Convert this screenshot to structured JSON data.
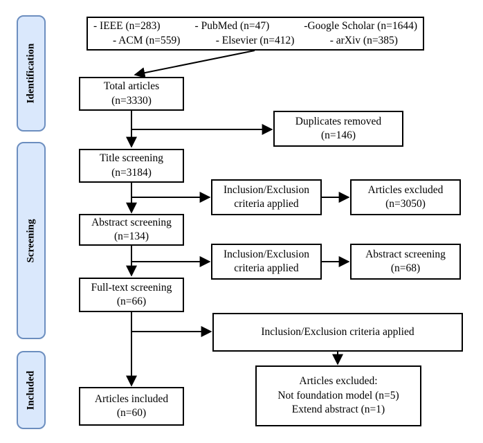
{
  "phases": {
    "identification": "Identification",
    "screening": "Screening",
    "included": "Included"
  },
  "sources": {
    "row1": [
      "- IEEE (n=283)",
      "- PubMed (n=47)",
      "-Google Scholar (n=1644)"
    ],
    "row2": [
      "- ACM (n=559)",
      "- Elsevier (n=412)",
      "- arXiv (n=385)"
    ]
  },
  "boxes": {
    "total": {
      "title": "Total articles",
      "count": "(n=3330)"
    },
    "duplicates": {
      "title": "Duplicates removed",
      "count": "(n=146)"
    },
    "title_screening": {
      "title": "Title screening",
      "count": "(n=3184)"
    },
    "criteria1": {
      "line1": "Inclusion/Exclusion",
      "line2": "criteria applied"
    },
    "excluded1": {
      "title": "Articles excluded",
      "count": "(n=3050)"
    },
    "abstract_screening": {
      "title": "Abstract screening",
      "count": "(n=134)"
    },
    "criteria2": {
      "line1": "Inclusion/Exclusion",
      "line2": "criteria applied"
    },
    "excluded2": {
      "title": "Abstract screening",
      "count": "(n=68)"
    },
    "fulltext_screening": {
      "title": "Full-text screening",
      "count": "(n=66)"
    },
    "criteria3": {
      "text": "Inclusion/Exclusion criteria applied"
    },
    "excluded3": {
      "line1": "Articles excluded:",
      "line2": "Not foundation model (n=5)",
      "line3": "Extend abstract (n=1)"
    },
    "included": {
      "title": "Articles included",
      "count": "(n=60)"
    }
  }
}
